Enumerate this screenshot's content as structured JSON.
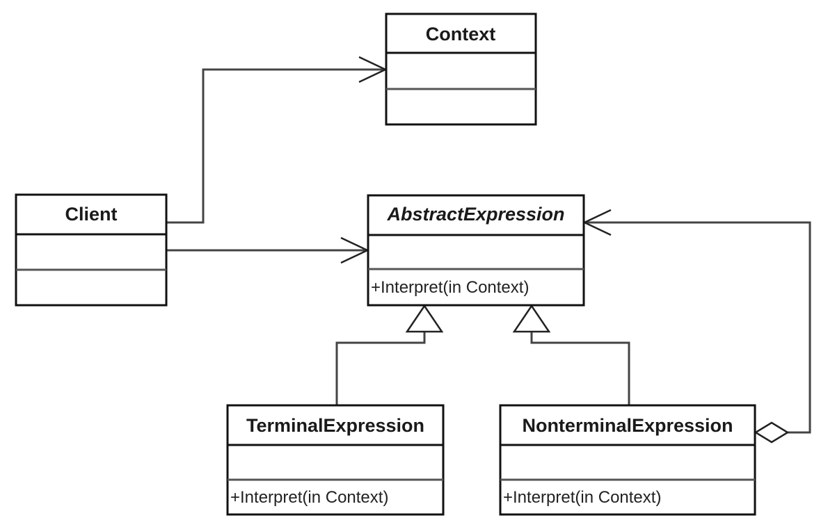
{
  "classes": {
    "context": {
      "name": "Context",
      "operation": ""
    },
    "client": {
      "name": "Client",
      "operation": ""
    },
    "abstract_expression": {
      "name": "AbstractExpression",
      "operation": "+Interpret(in Context)"
    },
    "terminal_expression": {
      "name": "TerminalExpression",
      "operation": "+Interpret(in Context)"
    },
    "nonterminal_expression": {
      "name": "NonterminalExpression",
      "operation": "+Interpret(in Context)"
    }
  },
  "relationships": [
    {
      "from": "client",
      "to": "context",
      "kind": "association"
    },
    {
      "from": "client",
      "to": "abstract_expression",
      "kind": "association"
    },
    {
      "from": "terminal_expression",
      "to": "abstract_expression",
      "kind": "generalization"
    },
    {
      "from": "nonterminal_expression",
      "to": "abstract_expression",
      "kind": "generalization"
    },
    {
      "from": "nonterminal_expression",
      "to": "abstract_expression",
      "kind": "aggregation"
    }
  ]
}
